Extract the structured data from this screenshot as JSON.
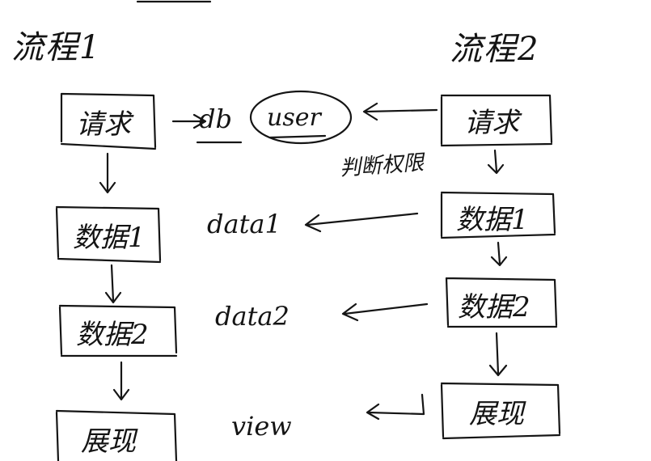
{
  "flow1": {
    "title": "流程1",
    "nodes": [
      "请求",
      "数据1",
      "数据2",
      "展现"
    ]
  },
  "flow2": {
    "title": "流程2",
    "nodes": [
      "请求",
      "数据1",
      "数据2",
      "展现"
    ]
  },
  "middle": {
    "db": "db",
    "user": "user",
    "check": "判断权限",
    "data1": "data1",
    "data2": "data2",
    "view": "view"
  }
}
